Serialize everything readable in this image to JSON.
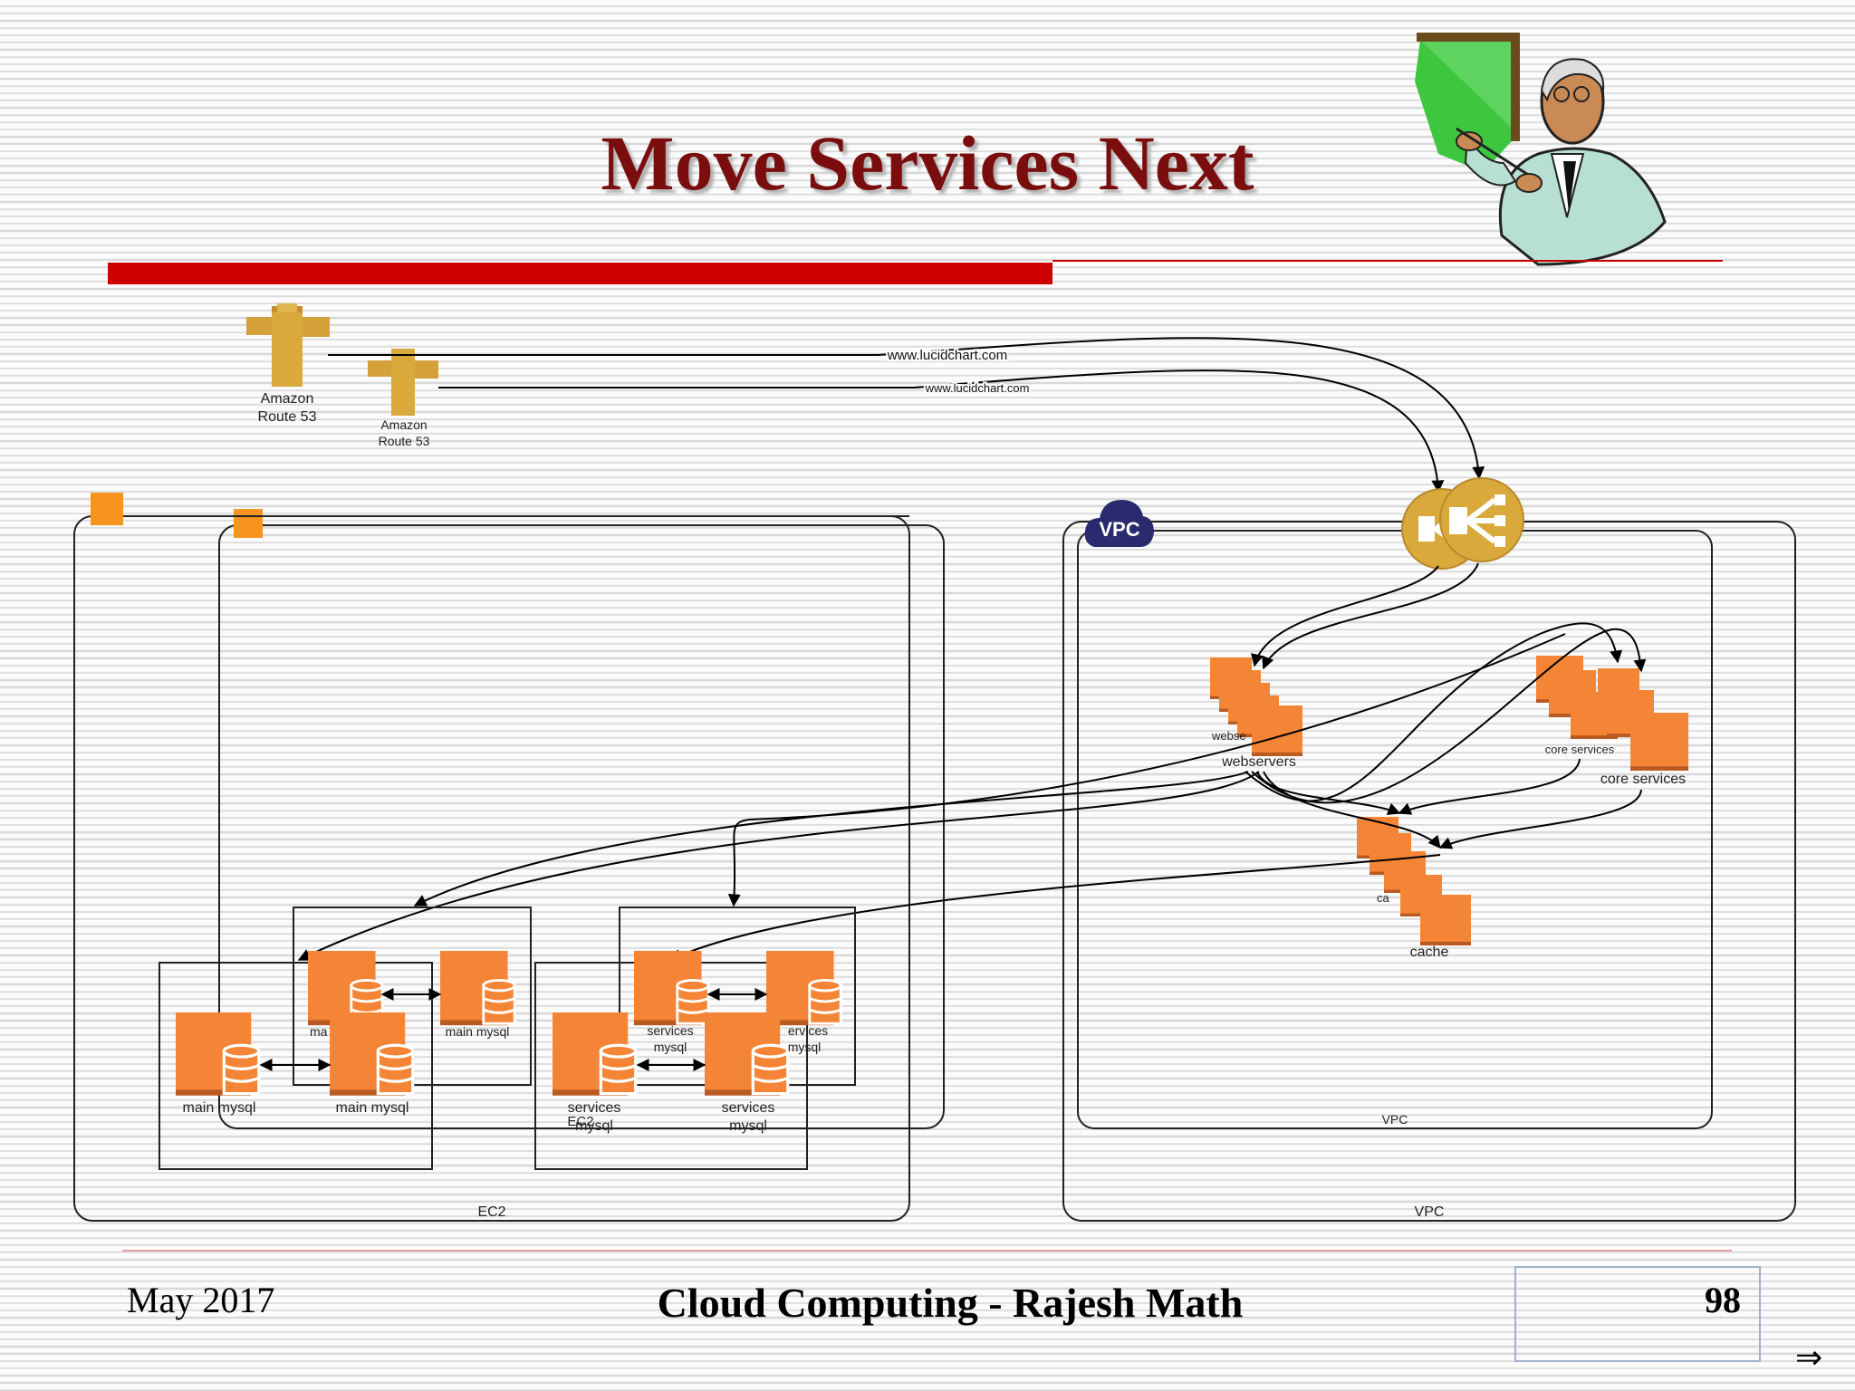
{
  "slide": {
    "title": "Move Services Next",
    "footer_date": "May 2017",
    "footer_title": "Cloud Computing - Rajesh Math",
    "page_number": "98",
    "next_symbol": "⇒"
  },
  "diagram": {
    "route53_labels": [
      [
        "Amazon",
        "Route 53"
      ],
      [
        "Amazon",
        "Route 53"
      ]
    ],
    "dns_names": [
      "www.lucidchart.com",
      "www.lucidchart.com"
    ],
    "vpc_badge": "VPC",
    "left_region_label": "EC2",
    "left_region_inner_label": "EC2",
    "right_region_label": "VPC",
    "right_region_inner_label": "VPC",
    "webservers_labels": [
      "webse",
      "webservers"
    ],
    "core_services_labels": [
      "core services",
      "core services"
    ],
    "cache_labels": [
      "ca",
      "cache"
    ],
    "main_mysql_labels": [
      "ma",
      "main mysql",
      "main mysql",
      "main mysql"
    ],
    "services_mysql_labels": [
      [
        "services",
        "mysql"
      ],
      [
        "ervices",
        "mysql"
      ],
      [
        "services",
        "mysql"
      ],
      [
        "services",
        "mysql"
      ]
    ],
    "colors": {
      "aws_orange": "#f58536",
      "aws_orange_dark": "#c7632a",
      "route53_gold": "#d4a03a",
      "elb_gold": "#d9a93c",
      "vpc_navy": "#2a2a6e",
      "title_red": "#7a0d0d",
      "bar_red": "#cc0000"
    }
  }
}
